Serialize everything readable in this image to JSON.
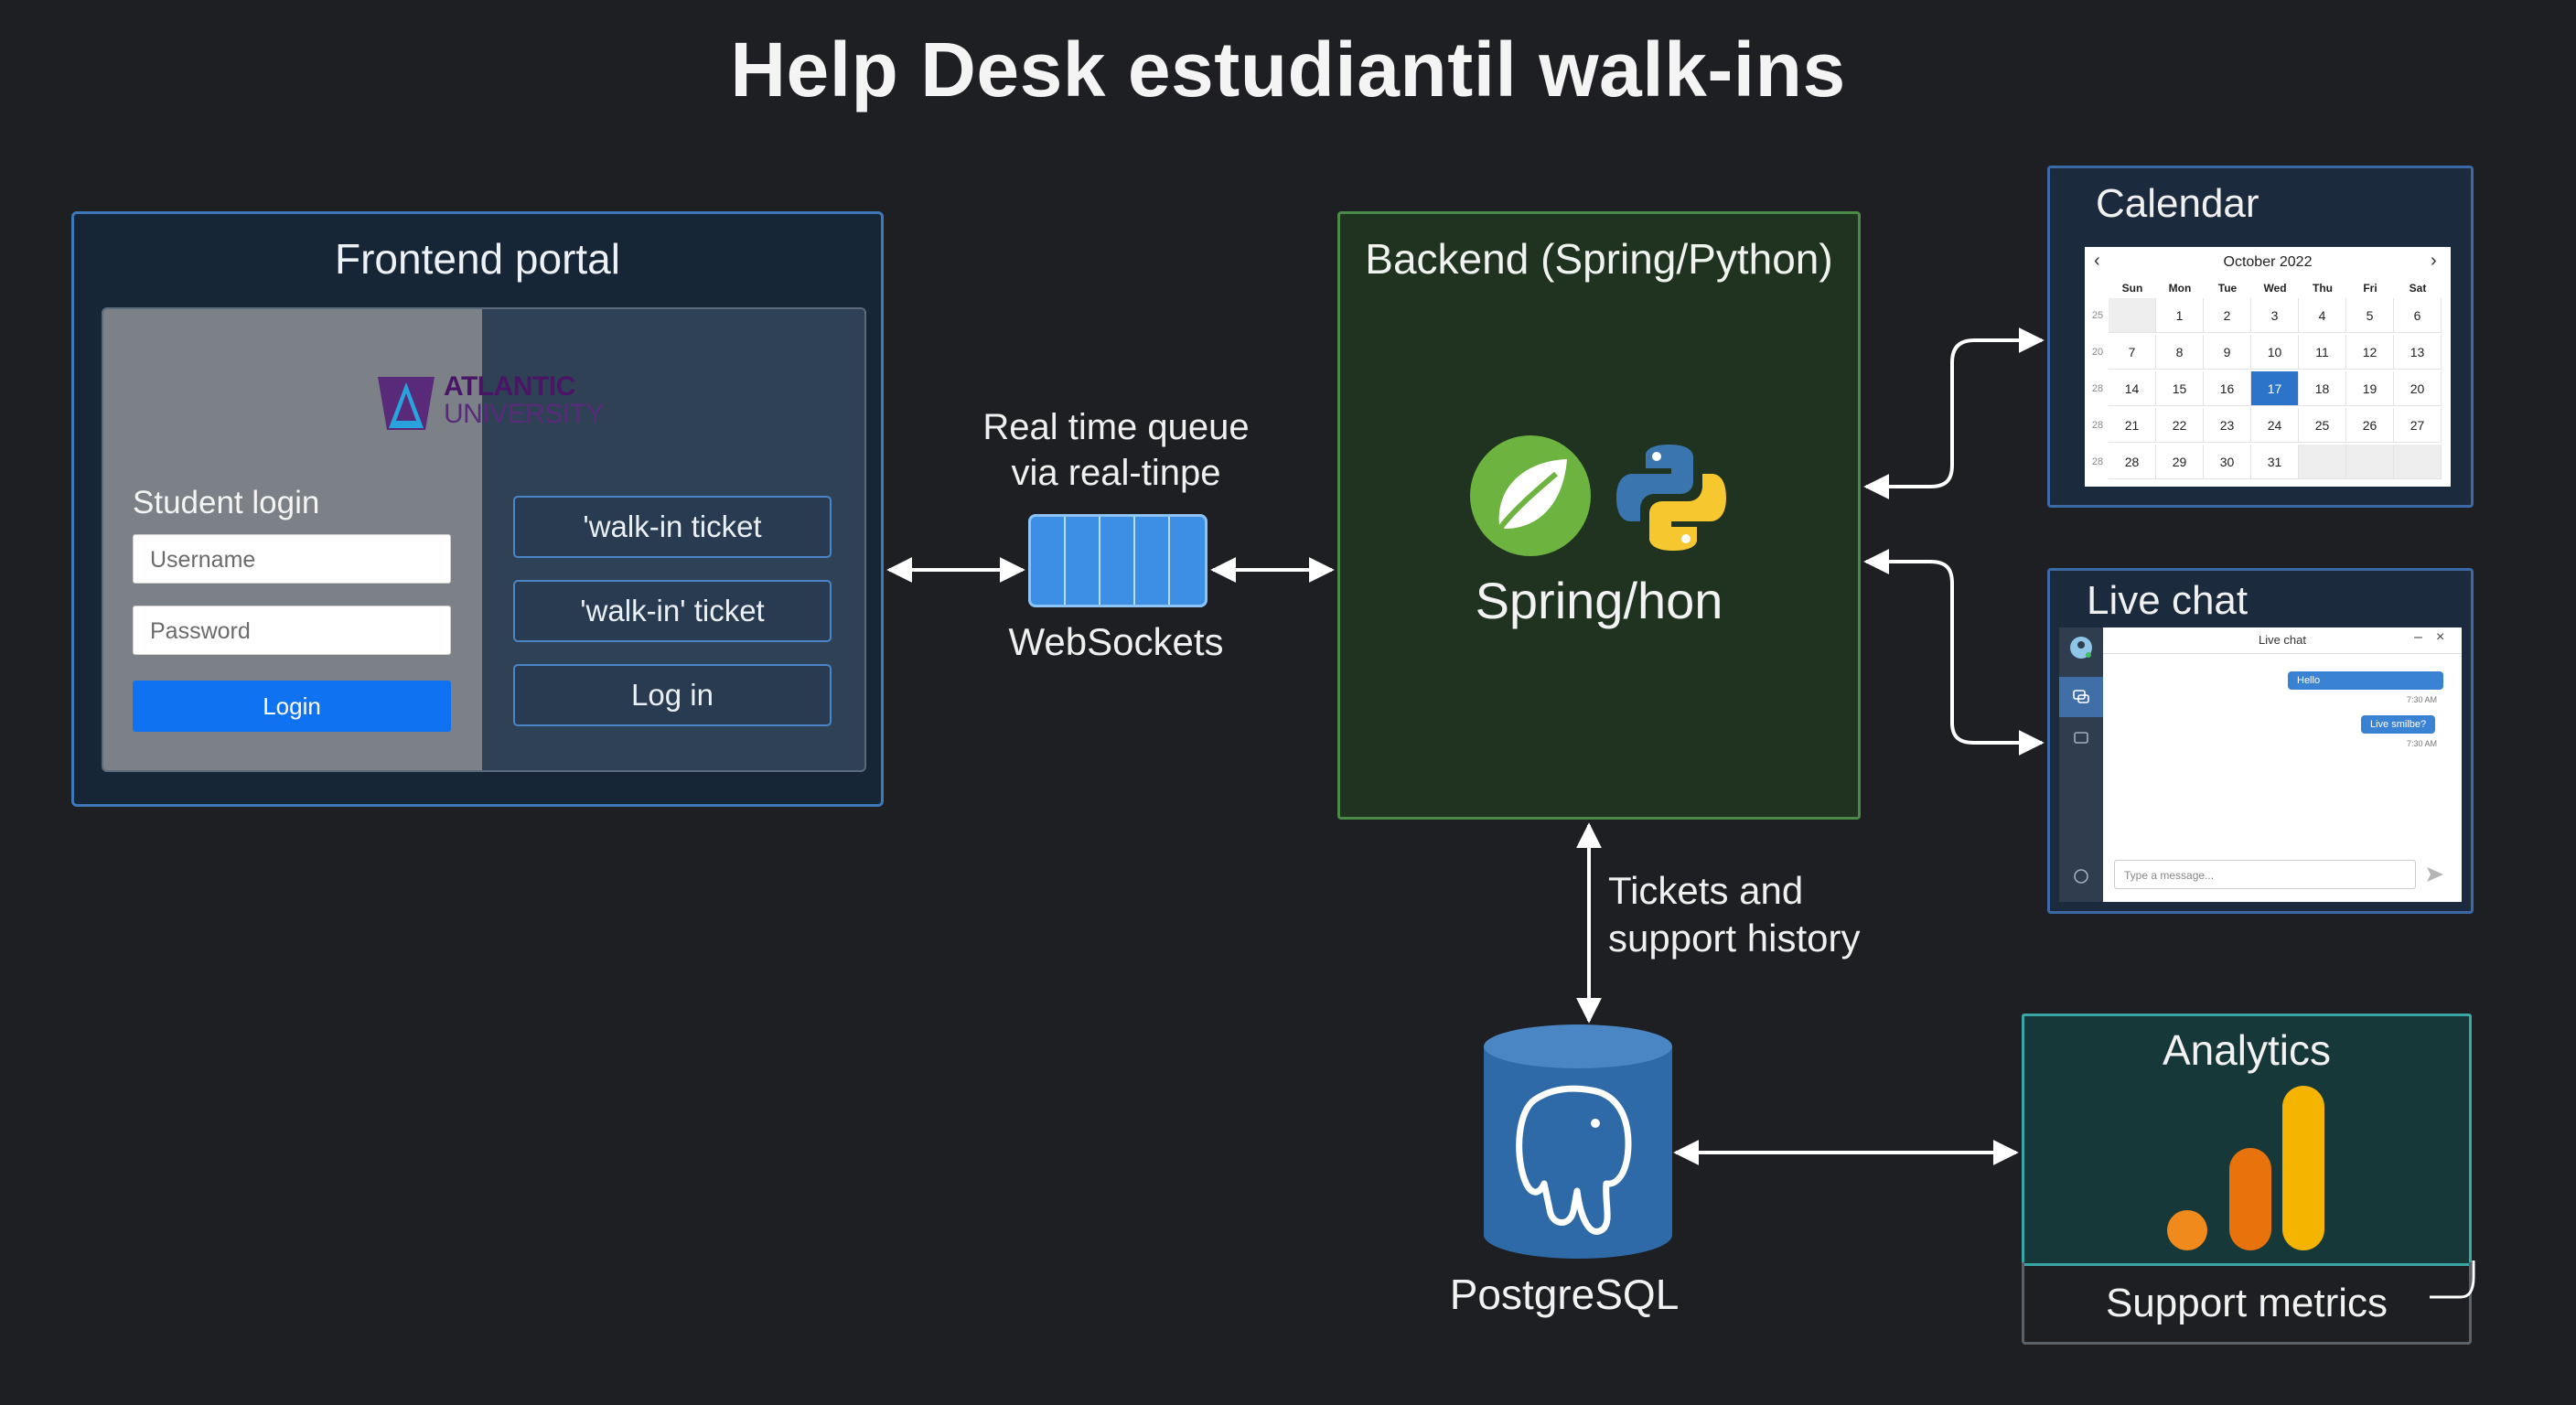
{
  "title": "Help Desk estudiantil walk-ins",
  "frontend": {
    "title": "Frontend portal",
    "logo_line1": "ATLANTIC",
    "logo_line2": "UNIVERSITY",
    "student_login": "Student login",
    "username_placeholder": "Username",
    "password_placeholder": "Password",
    "login_button": "Login",
    "buttons": [
      "'walk-in ticket",
      "'walk-in' ticket",
      "Log in"
    ]
  },
  "queue": {
    "label": "Real time queue\nvia real-tinpe",
    "label_line1": "Real time queue",
    "label_line2": "via real-tinpe",
    "transport": "WebSockets"
  },
  "backend": {
    "title": "Backend (Spring/Python)",
    "stack_label": "Spring/hon",
    "icons": [
      "spring-leaf-icon",
      "python-icon"
    ]
  },
  "calendar": {
    "title": "Calendar",
    "month": "October 2022",
    "days_of_week": [
      "Sun",
      "Mon",
      "Tue",
      "Wed",
      "Thu",
      "Fri",
      "Sat"
    ],
    "week_numbers": [
      "25",
      "20",
      "28",
      "28",
      "28"
    ],
    "weeks": [
      [
        "",
        "1",
        "2",
        "3",
        "4",
        "5",
        "6"
      ],
      [
        "7",
        "8",
        "9",
        "10",
        "11",
        "12",
        "13"
      ],
      [
        "14",
        "15",
        "16",
        "17",
        "18",
        "19",
        "20"
      ],
      [
        "21",
        "22",
        "23",
        "24",
        "25",
        "26",
        "27"
      ],
      [
        "28",
        "29",
        "30",
        "31",
        "",
        "",
        ""
      ]
    ],
    "selected_day": "17",
    "selected_color": "#2b74c9"
  },
  "livechat": {
    "title": "Live chat",
    "window_title": "Live chat",
    "messages": [
      {
        "text": "Hello",
        "time": "7:30 AM"
      },
      {
        "text": "Live smilbe?",
        "time": "7:30 AM"
      }
    ],
    "input_placeholder": "Type a message..."
  },
  "database": {
    "name": "PostgreSQL",
    "link_label_line1": "Tickets and",
    "link_label_line2": "support history",
    "icon": "postgresql-elephant-icon"
  },
  "analytics": {
    "title": "Analytics",
    "footer": "Support metrics",
    "icon": "analytics-bars-icon",
    "colors": [
      "#f08a1c",
      "#e8720c",
      "#f5b400"
    ]
  },
  "colors": {
    "frontend_border": "#3d78b8",
    "backend_border": "#4a8a47",
    "analytics_border": "#3aa7a6",
    "queue_fill": "#3d8fe6"
  }
}
